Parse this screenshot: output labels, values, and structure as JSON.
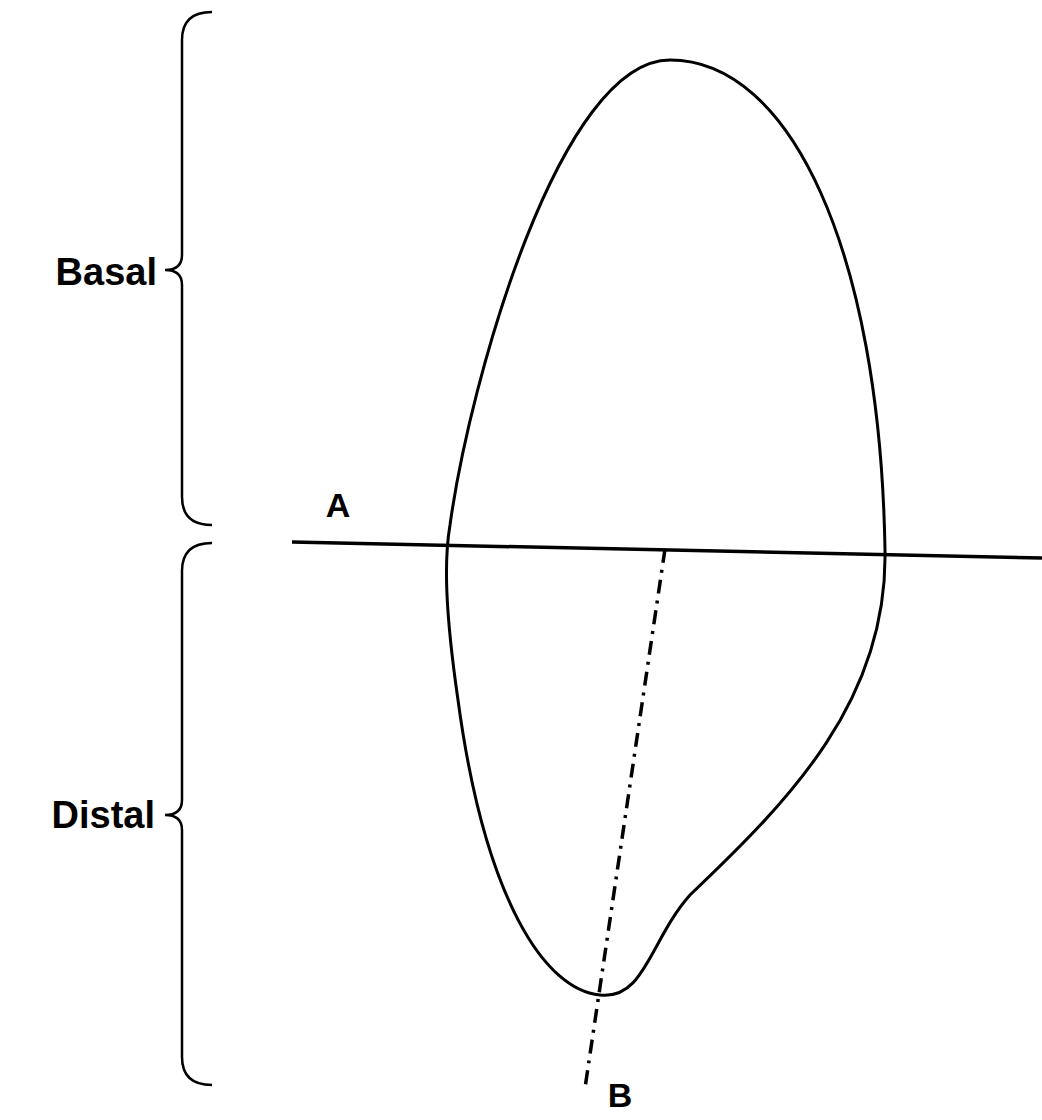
{
  "diagram": {
    "labels": [
      "Basal",
      "Distal",
      "A",
      "B"
    ]
  }
}
